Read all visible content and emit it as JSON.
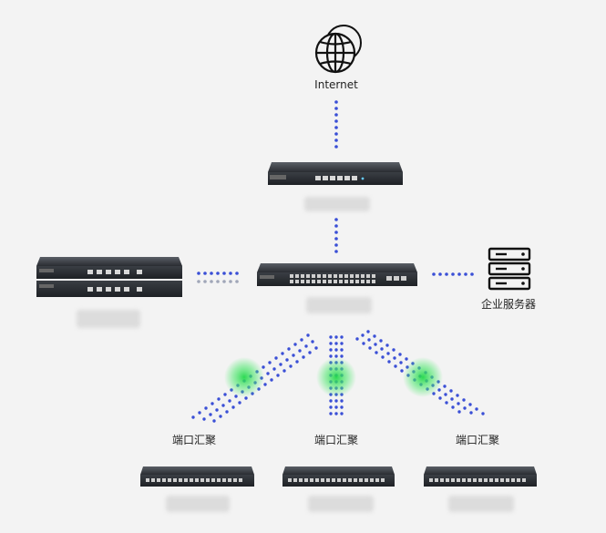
{
  "internet_label": "Internet",
  "server_label": "企业服务器",
  "link_labels": [
    "端口汇聚",
    "端口汇聚",
    "端口汇聚"
  ],
  "colors": {
    "background": "#f3f3f3",
    "link_dots": "#3a4fd6",
    "link_dots_light": "#a0a6b8",
    "aggregation_glow": "#22d84a",
    "device_body": "#2b2f35"
  },
  "icons": [
    "globe-icon",
    "server-icon"
  ]
}
